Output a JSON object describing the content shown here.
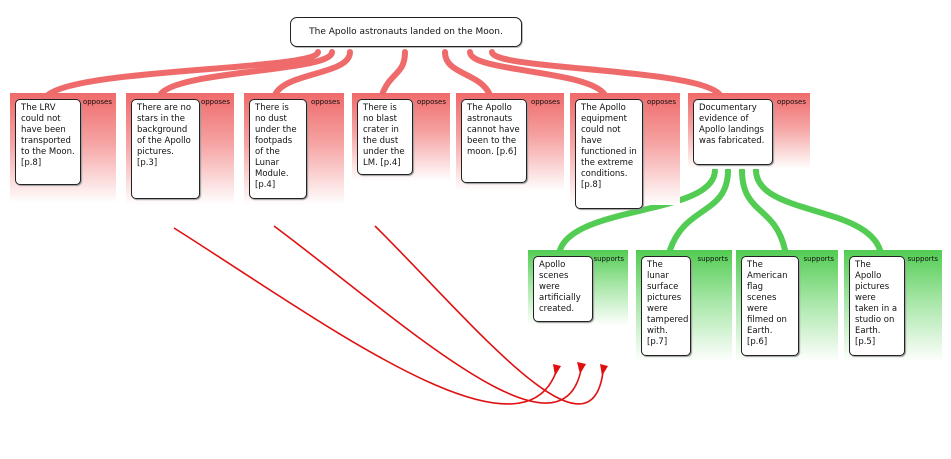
{
  "root": {
    "claim": "The Apollo astronauts landed on the Moon."
  },
  "objections": [
    {
      "label": "opposes",
      "text": "The LRV could not have been transported to the Moon. [p.8]"
    },
    {
      "label": "opposes",
      "text": "There are no stars in the background of the Apollo pictures. [p.3]"
    },
    {
      "label": "opposes",
      "text": "There is no dust under the footpads of the Lunar Module. [p.4]"
    },
    {
      "label": "opposes",
      "text": "There is no blast crater in the dust under the LM. [p.4]"
    },
    {
      "label": "opposes",
      "text": "The Apollo astronauts cannot have been to the moon. [p.6]"
    },
    {
      "label": "opposes",
      "text": "The Apollo equipment could not have functioned in the extreme conditions. [p.8]"
    },
    {
      "label": "opposes",
      "text": "Documentary evidence of Apollo landings was fabricated."
    }
  ],
  "supports": [
    {
      "label": "supports",
      "text": "Apollo scenes were artificially created."
    },
    {
      "label": "supports",
      "text": "The lunar surface pictures were tampered with. [p.7]"
    },
    {
      "label": "supports",
      "text": "The American flag scenes were filmed on Earth. [p.6]"
    },
    {
      "label": "supports",
      "text": "The Apollo pictures were taken in a studio on Earth. [p.5]"
    }
  ],
  "colors": {
    "oppose": "#ef6a6a",
    "support": "#52cc52",
    "arrow": "#e01010"
  }
}
